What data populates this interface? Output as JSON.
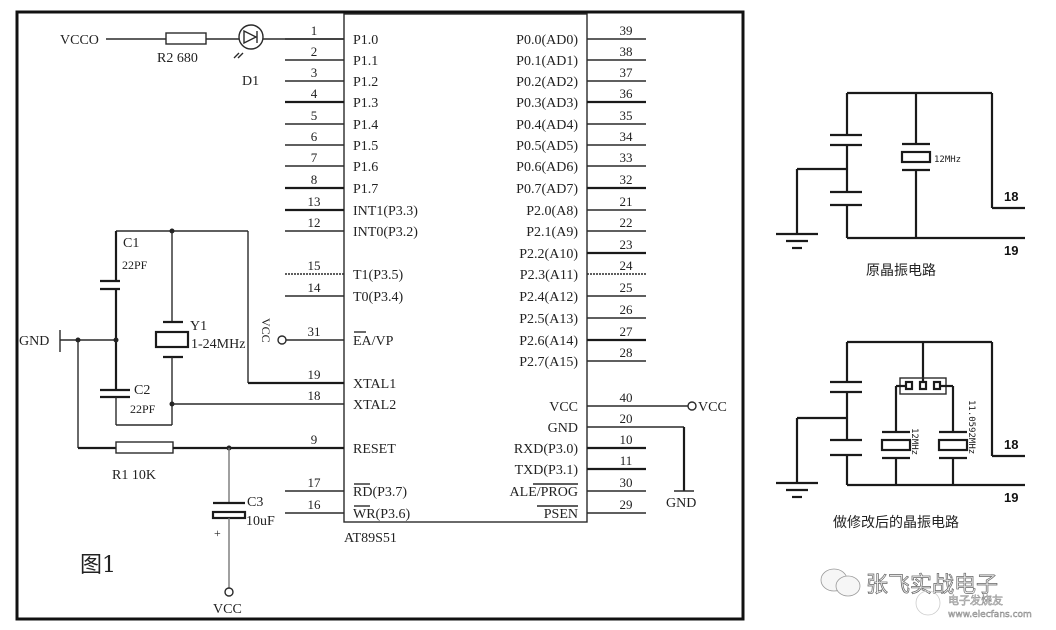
{
  "figure_label": "图1",
  "chip": {
    "part": "AT89S51",
    "left_pins": [
      {
        "num": "1",
        "name": "P1.0"
      },
      {
        "num": "2",
        "name": "P1.1"
      },
      {
        "num": "3",
        "name": "P1.2"
      },
      {
        "num": "4",
        "name": "P1.3"
      },
      {
        "num": "5",
        "name": "P1.4"
      },
      {
        "num": "6",
        "name": "P1.5"
      },
      {
        "num": "7",
        "name": "P1.6"
      },
      {
        "num": "8",
        "name": "P1.7"
      },
      {
        "num": "13",
        "name": "INT1(P3.3)"
      },
      {
        "num": "12",
        "name": "INT0(P3.2)"
      },
      {
        "num": "15",
        "name": "T1(P3.5)"
      },
      {
        "num": "14",
        "name": "T0(P3.4)"
      },
      {
        "num": "31",
        "name": "EA/VP"
      },
      {
        "num": "19",
        "name": "XTAL1"
      },
      {
        "num": "18",
        "name": "XTAL2"
      },
      {
        "num": "9",
        "name": "RESET"
      },
      {
        "num": "17",
        "name": "RD(P3.7)"
      },
      {
        "num": "16",
        "name": "WR(P3.6)"
      }
    ],
    "right_pins": [
      {
        "num": "39",
        "name": "P0.0(AD0)"
      },
      {
        "num": "38",
        "name": "P0.1(AD1)"
      },
      {
        "num": "37",
        "name": "P0.2(AD2)"
      },
      {
        "num": "36",
        "name": "P0.3(AD3)"
      },
      {
        "num": "35",
        "name": "P0.4(AD4)"
      },
      {
        "num": "34",
        "name": "P0.5(AD5)"
      },
      {
        "num": "33",
        "name": "P0.6(AD6)"
      },
      {
        "num": "32",
        "name": "P0.7(AD7)"
      },
      {
        "num": "21",
        "name": "P2.0(A8)"
      },
      {
        "num": "22",
        "name": "P2.1(A9)"
      },
      {
        "num": "23",
        "name": "P2.2(A10)"
      },
      {
        "num": "24",
        "name": "P2.3(A11)"
      },
      {
        "num": "25",
        "name": "P2.4(A12)"
      },
      {
        "num": "26",
        "name": "P2.5(A13)"
      },
      {
        "num": "27",
        "name": "P2.6(A14)"
      },
      {
        "num": "28",
        "name": "P2.7(A15)"
      },
      {
        "num": "40",
        "name": "VCC"
      },
      {
        "num": "20",
        "name": "GND"
      },
      {
        "num": "10",
        "name": "RXD(P3.0)"
      },
      {
        "num": "11",
        "name": "TXD(P3.1)"
      },
      {
        "num": "30",
        "name": "ALE/PROG"
      },
      {
        "num": "29",
        "name": "PSEN"
      }
    ]
  },
  "components": {
    "vcc_led": "VCCO",
    "r2": "R2  680",
    "d1": "D1",
    "c1": "C1",
    "c1_value": "22PF",
    "c2": "C2",
    "c2_value": "22PF",
    "y1": "Y1",
    "y1_value": "1-24MHz",
    "gnd_left": "GND",
    "vcc_ea": "VCC",
    "r1": "R1  10K",
    "c3": "C3",
    "c3_value": "10uF",
    "c3_polarity": "+",
    "vcc_bottom": "VCC",
    "vcc_right": "VCC",
    "gnd_right": "GND"
  },
  "inset_original": {
    "caption": "原晶振电路",
    "crystal": "12MHz",
    "pin_top": "18",
    "pin_bottom": "19"
  },
  "inset_modified": {
    "caption": "做修改后的晶振电路",
    "crystal_a": "12MHz",
    "crystal_b": "11.0592MHz",
    "pin_top": "18",
    "pin_bottom": "19"
  },
  "watermark": {
    "brand": "张飞实战电子",
    "site_cn": "电子发烧友",
    "site_url": "www.elecfans.com"
  }
}
